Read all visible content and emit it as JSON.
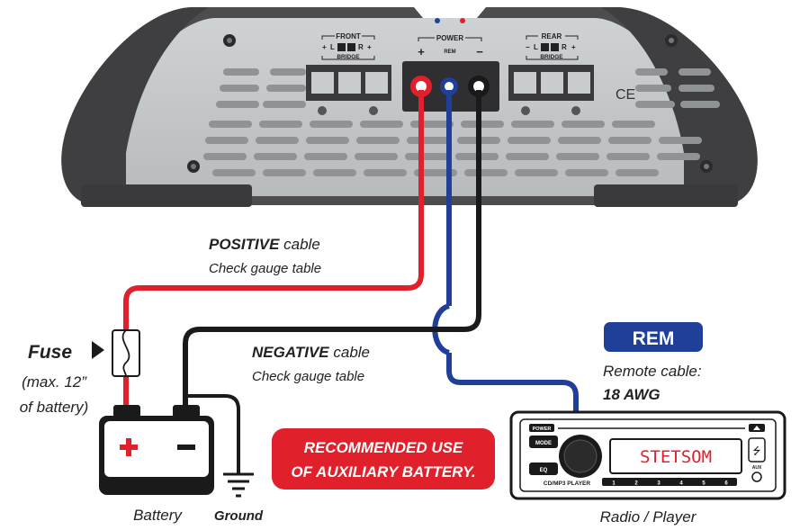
{
  "amp": {
    "front": {
      "title": "FRONT",
      "plus_l": "+",
      "l": "L",
      "r": "R",
      "plus_r": "+",
      "bridge": "BRIDGE"
    },
    "rear": {
      "title": "REAR",
      "minus_l": "−",
      "l": "L",
      "r": "R",
      "plus_r": "+",
      "bridge": "BRIDGE"
    },
    "power": {
      "title": "POWER",
      "plus": "+",
      "rem": "REM",
      "minus": "−"
    },
    "ce_mark": "CE"
  },
  "labels": {
    "positive_bold": "POSITIVE",
    "positive_rest": " cable",
    "positive_sub": "Check gauge table",
    "negative_bold": "NEGATIVE",
    "negative_rest": " cable",
    "negative_sub": "Check gauge table",
    "fuse": "Fuse",
    "fuse_note_1": "(max. 12”",
    "fuse_note_2": "of battery)",
    "battery": "Battery",
    "ground": "Ground",
    "recommended_1": "RECOMMENDED USE",
    "recommended_2": "OF AUXILIARY BATTERY.",
    "rem_badge": "REM",
    "remote_cable": "Remote cable:",
    "awg": "18 AWG",
    "radio_caption": "Radio / Player"
  },
  "radio": {
    "power_btn": "POWER",
    "mode_btn": "MODE",
    "eq_btn": "EQ",
    "display": "STETSOM",
    "model": "CD/MP3 PLAYER",
    "presets": [
      "1",
      "2",
      "3",
      "4",
      "5",
      "6"
    ],
    "aux": "AUX"
  },
  "colors": {
    "positive_wire": "#e0202a",
    "negative_wire": "#1a1a1a",
    "remote_wire": "#1f3f99",
    "rem_badge": "#1f3f99",
    "recommended_bg": "#e0202a",
    "display_text": "#e0202a"
  }
}
